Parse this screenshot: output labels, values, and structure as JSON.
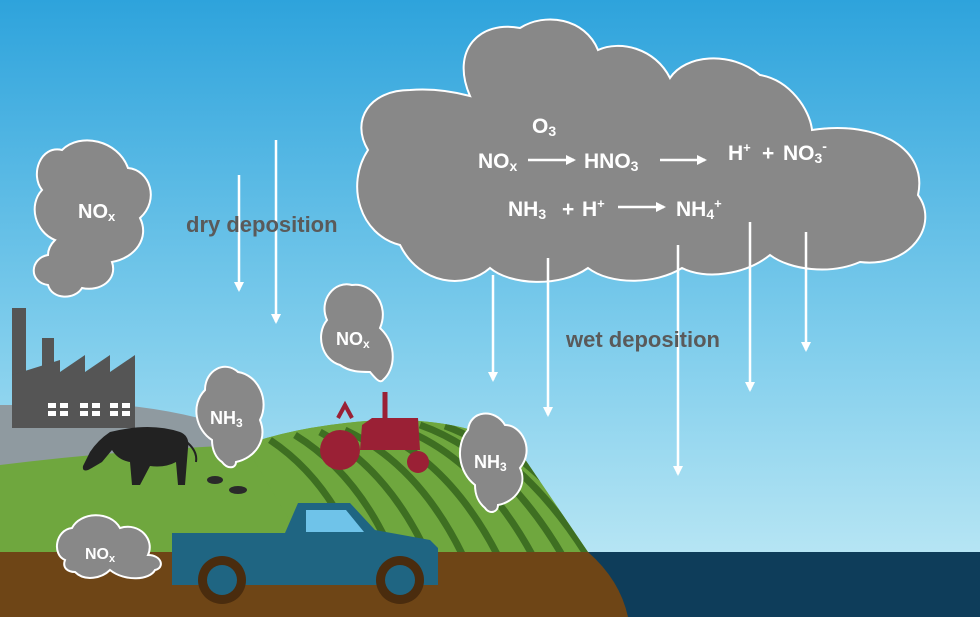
{
  "colors": {
    "sky_top": "#2ea3dc",
    "sky_bottom": "#c6ecf6",
    "cloud": "#888888",
    "cloud_outline": "#ffffff",
    "ground": "#6e4516",
    "grass": "#6fa73e",
    "field_stripe": "#3e6f22",
    "water": "#0e3d5a",
    "truck": "#1f6582",
    "tractor": "#9a2035",
    "factory": "#555555",
    "cow": "#222222",
    "label": "#5a5a5a"
  },
  "labels": {
    "dry_deposition": "dry deposition",
    "wet_deposition": "wet deposition"
  },
  "big_cloud": {
    "o3": {
      "main": "O",
      "sub": "3"
    },
    "line1": {
      "nox": {
        "main": "NO",
        "sub": "x"
      },
      "hno3": {
        "main": "HNO",
        "sub": "3"
      },
      "h_plus": {
        "main": "H",
        "sup": "+"
      },
      "plus": "+",
      "no3": {
        "main": "NO",
        "sub": "3",
        "sup": "-"
      }
    },
    "line2": {
      "nh3": {
        "main": "NH",
        "sub": "3"
      },
      "plus": "+",
      "h_plus": {
        "main": "H",
        "sup": "+"
      },
      "nh4": {
        "main": "NH",
        "sub": "4",
        "sup": "+"
      }
    }
  },
  "puffs": {
    "nox_sky": {
      "main": "NO",
      "sub": "x"
    },
    "nox_tractor": {
      "main": "NO",
      "sub": "x"
    },
    "nh3_cow": {
      "main": "NH",
      "sub": "3"
    },
    "nh3_field": {
      "main": "NH",
      "sub": "3"
    },
    "nox_truck": {
      "main": "NO",
      "sub": "x"
    }
  },
  "icons": [
    "factory-icon",
    "cow-icon",
    "tractor-icon",
    "truck-icon",
    "manure-icon"
  ]
}
